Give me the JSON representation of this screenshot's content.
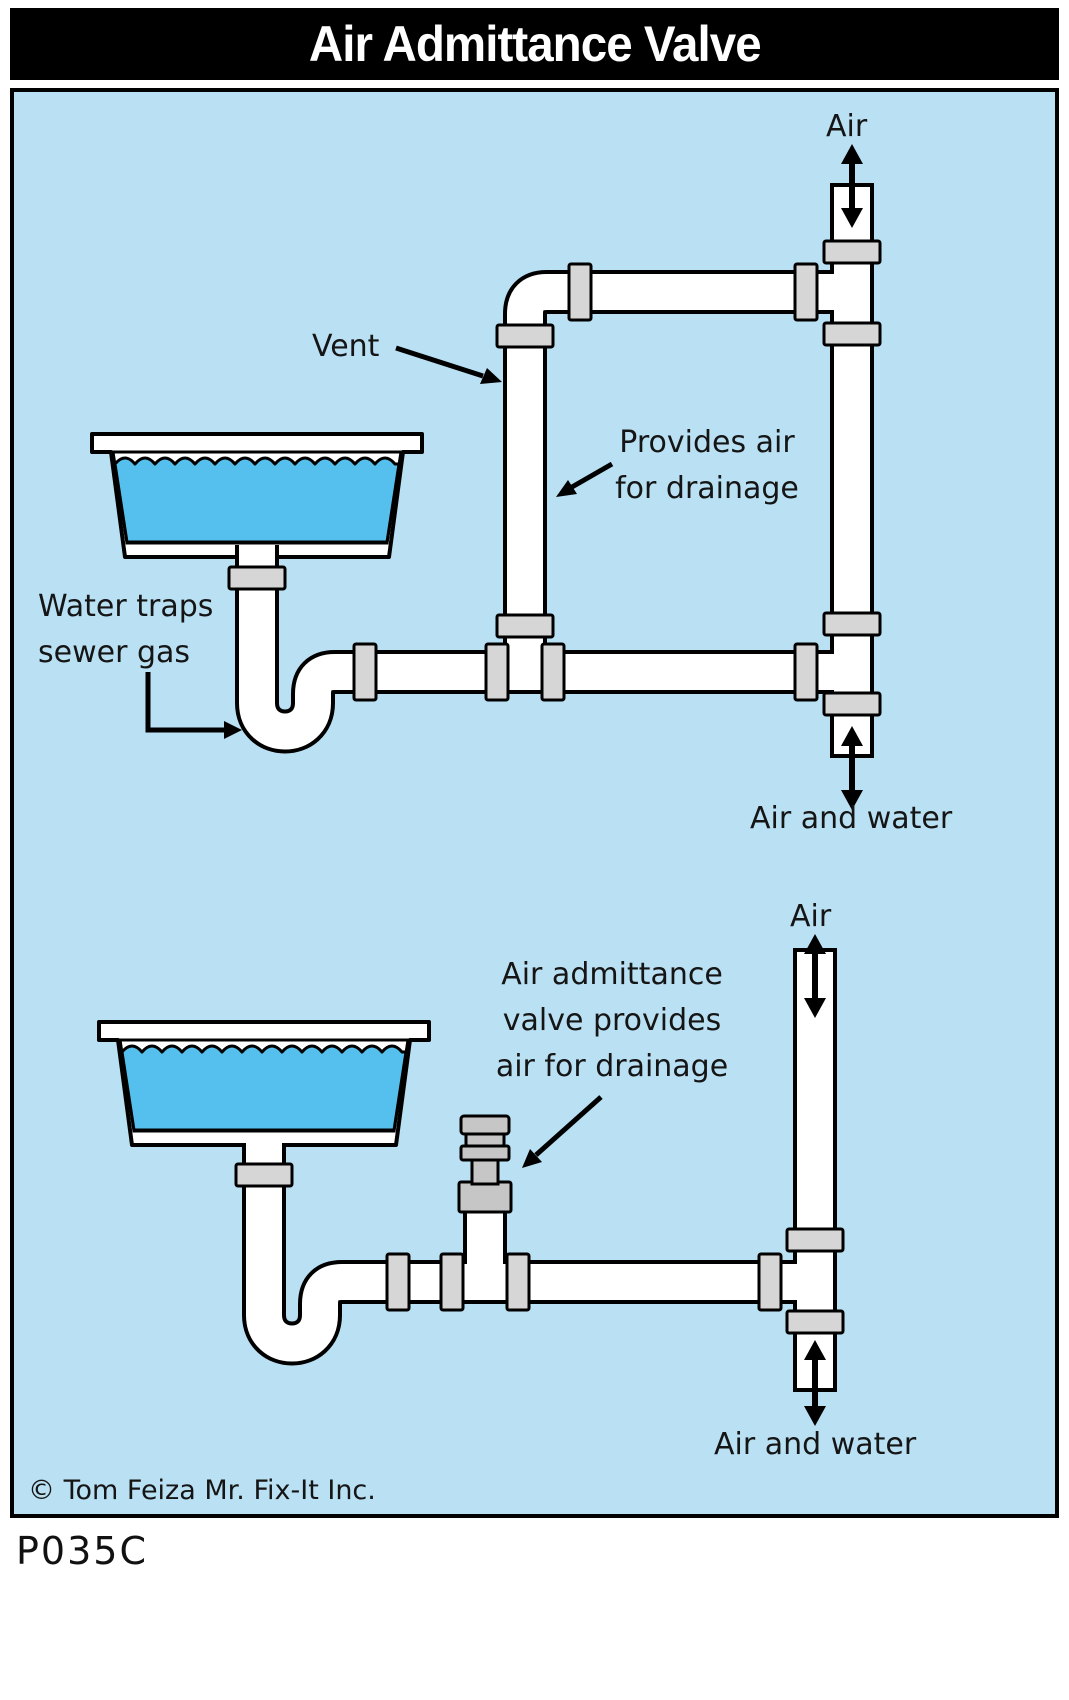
{
  "title": "Air Admittance Valve",
  "top": {
    "air": "Air",
    "vent": "Vent",
    "provides1": "Provides air",
    "provides2": "for drainage",
    "trap1": "Water traps",
    "trap2": "sewer gas",
    "airwater": "Air and water"
  },
  "bottom": {
    "air": "Air",
    "aav1": "Air admittance",
    "aav2": "valve provides",
    "aav3": "air for drainage",
    "airwater": "Air and water"
  },
  "footer": {
    "copyright": "© Tom Feiza Mr. Fix-It Inc.",
    "code": "P035C"
  },
  "colors": {
    "panel": "#b9e0f3",
    "water": "#55c0ed",
    "pipe": "#ffffff",
    "pipe_outline": "#000000",
    "fitting": "#d6d6d6",
    "valve": "#c6c6c6"
  }
}
